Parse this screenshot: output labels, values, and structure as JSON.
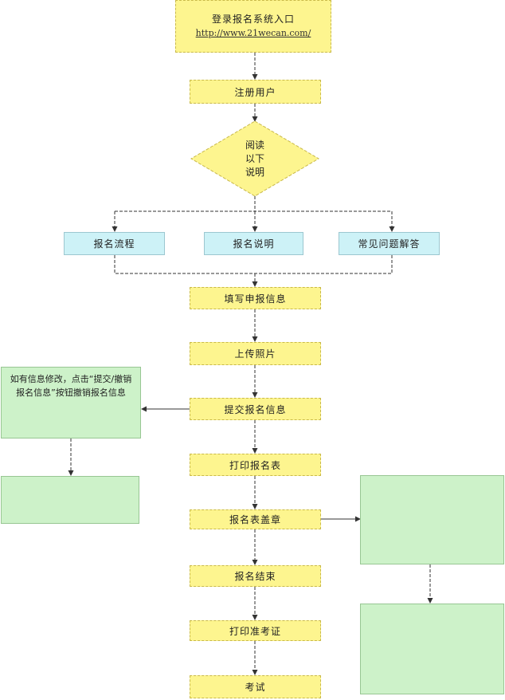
{
  "start": {
    "title": "登录报名系统入口",
    "url": "http://www.21wecan.com/"
  },
  "register": "注册用户",
  "decision": {
    "lines": [
      "阅读",
      "以下",
      "说明"
    ]
  },
  "branches": [
    "报名流程",
    "报名说明",
    "常见问题解答"
  ],
  "steps": [
    "填写申报信息",
    "上传照片",
    "提交报名信息",
    "打印报名表",
    "报名表盖章",
    "报名结束",
    "打印准考证",
    "考试"
  ],
  "note": {
    "text": "如有信息修改，点击“提交/撤销报名信息”按钮撤销报名信息"
  },
  "colors": {
    "step_fill": "#fdf58f",
    "branch_fill": "#cdf2f7",
    "note_fill": "#cdf2c9",
    "connector": "#333333"
  }
}
